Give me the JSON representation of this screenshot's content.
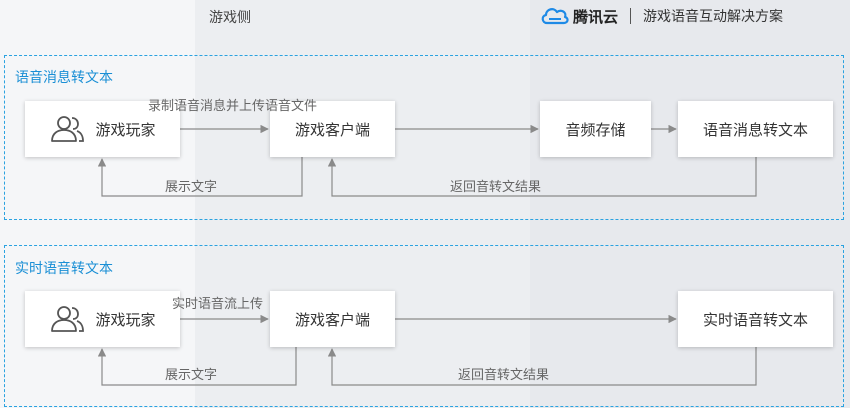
{
  "header": {
    "side_label": "游戏侧",
    "brand_name": "腾讯云",
    "solution_title": "游戏语音互动解决方案"
  },
  "sections": [
    {
      "title": "语音消息转文本",
      "nodes": {
        "player": "游戏玩家",
        "client": "游戏客户端",
        "storage": "音频存储",
        "service": "语音消息转文本"
      },
      "labels": {
        "upload": "录制语音消息并上传语音文件",
        "show_text": "展示文字",
        "return_result": "返回音转文结果"
      }
    },
    {
      "title": "实时语音转文本",
      "nodes": {
        "player": "游戏玩家",
        "client": "游戏客户端",
        "service": "实时语音转文本"
      },
      "labels": {
        "upload": "实时语音流上传",
        "show_text": "展示文字",
        "return_result": "返回音转文结果"
      }
    }
  ],
  "colors": {
    "section_border": "#2aa2e0",
    "section_title": "#1a8fd5",
    "arrow": "#8a8a8a",
    "brand_blue": "#1e8ae6"
  }
}
